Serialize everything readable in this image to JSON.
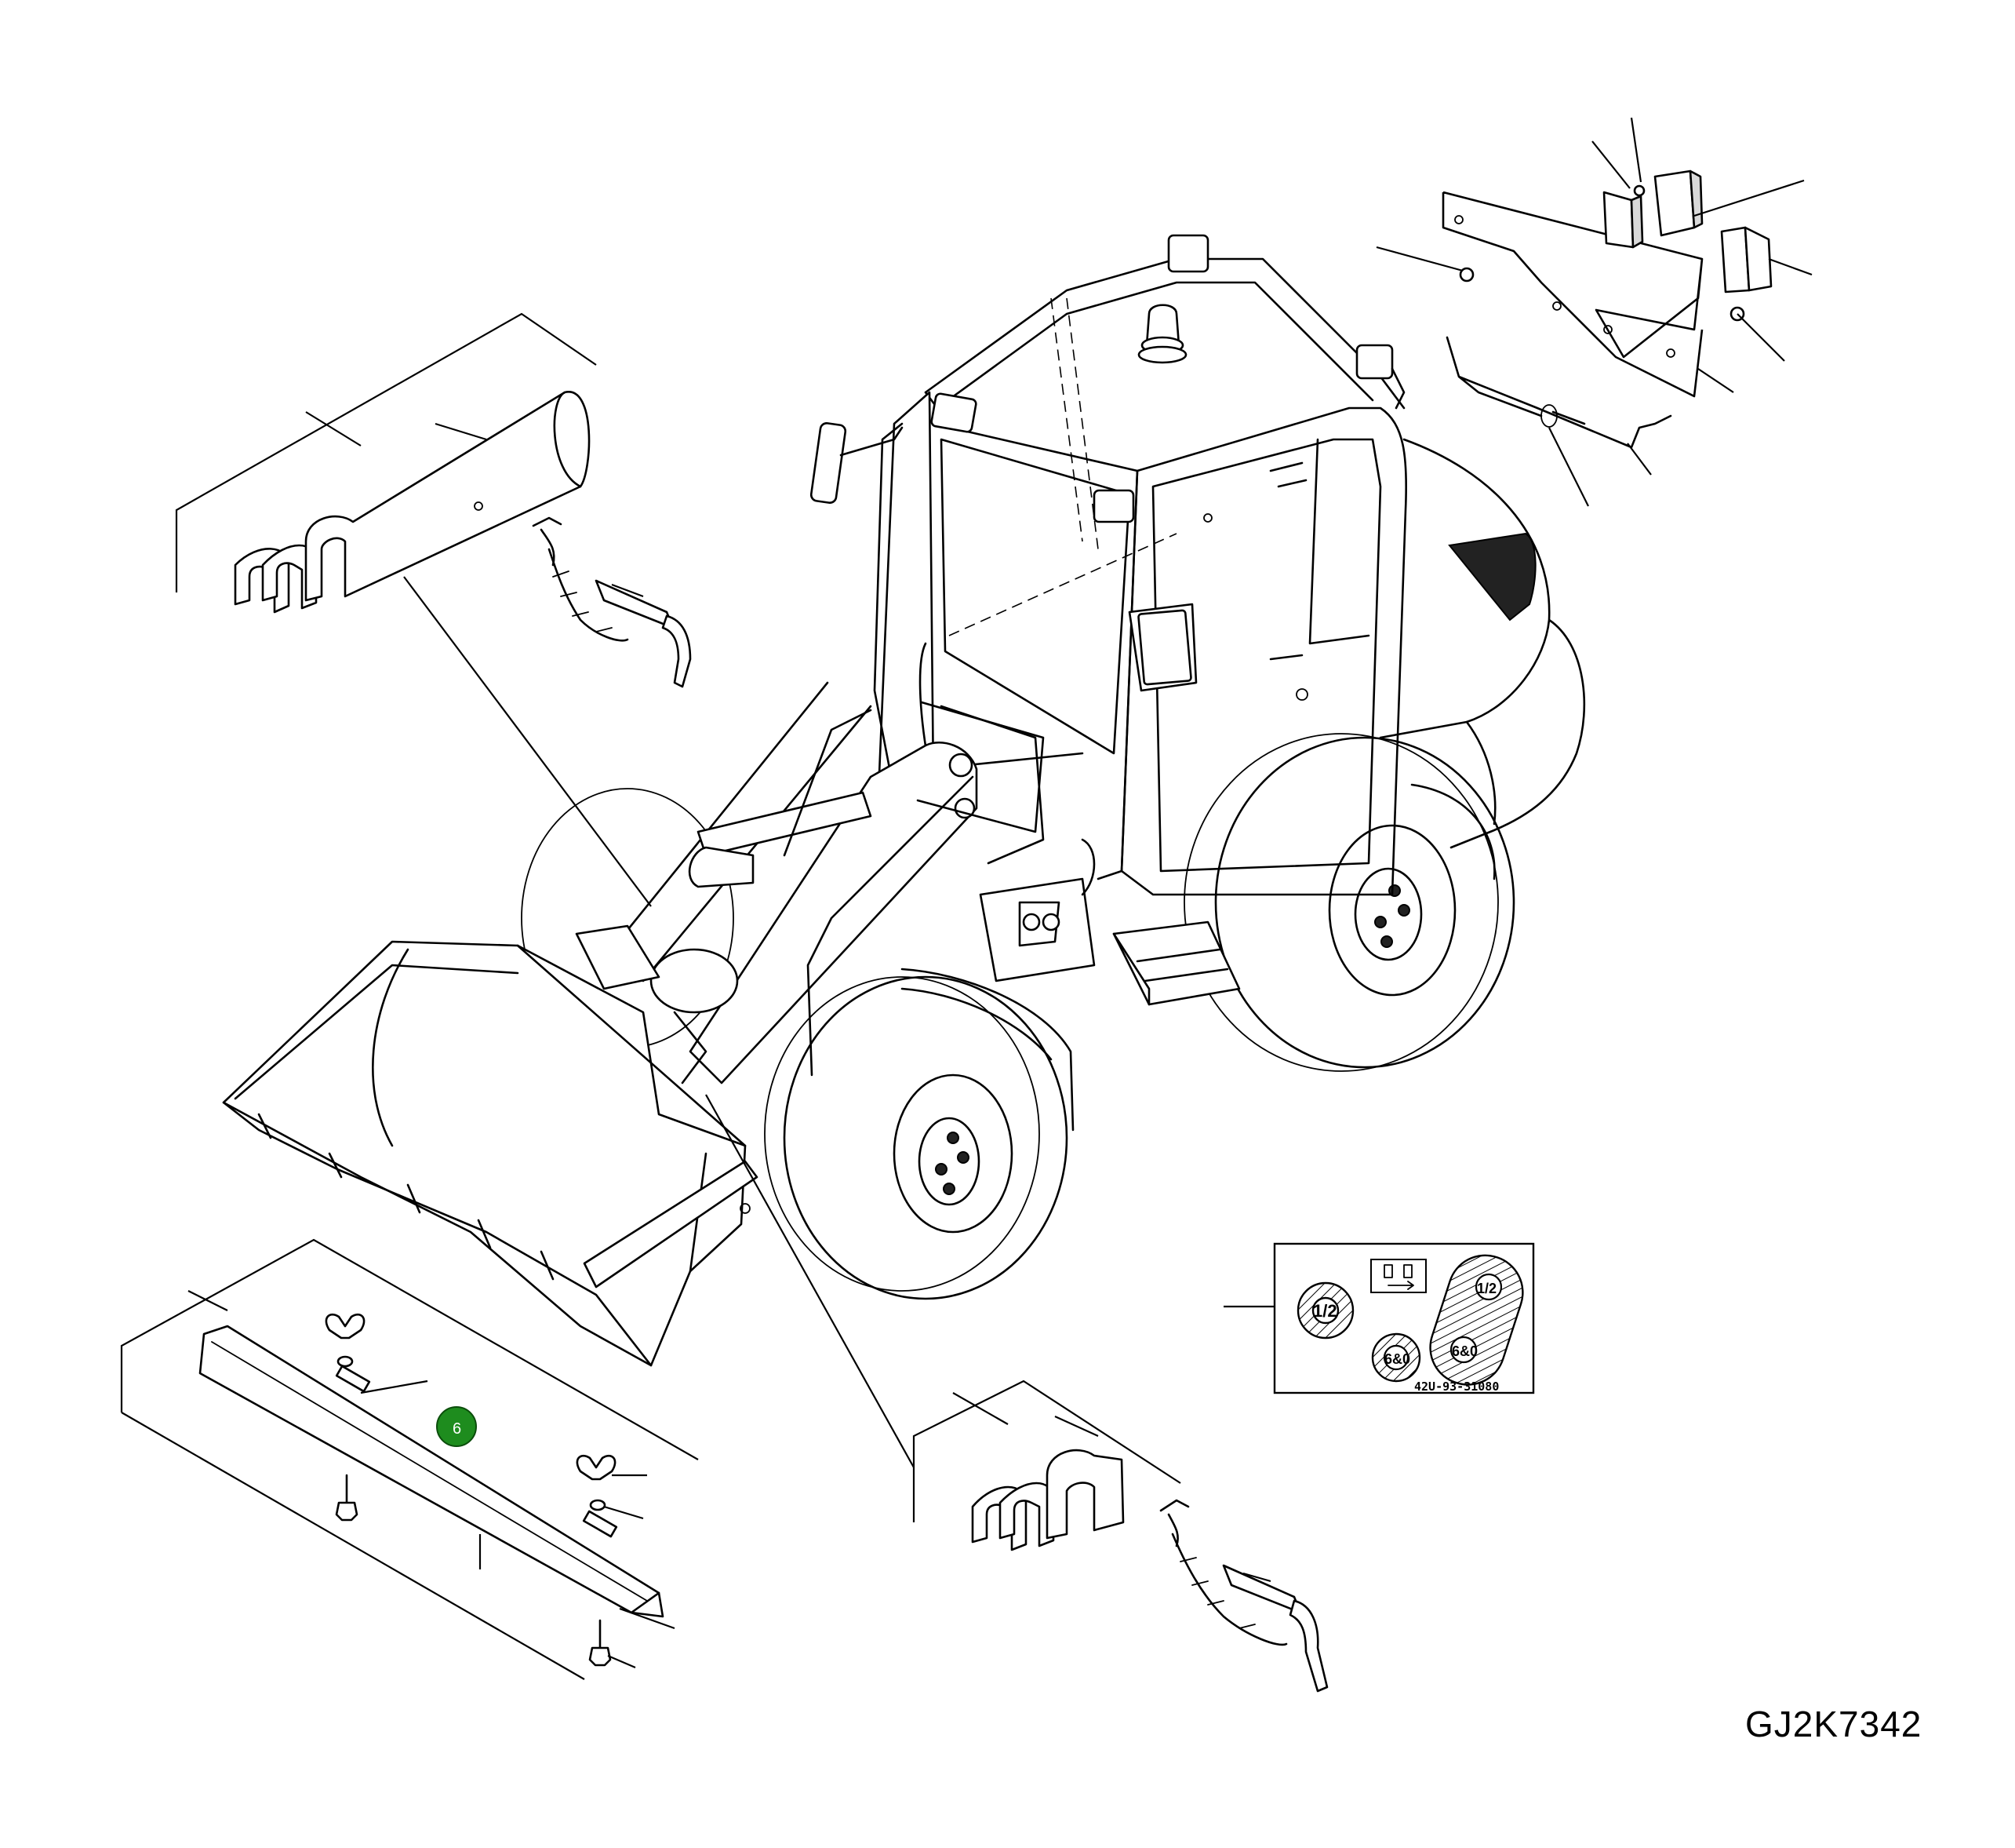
{
  "drawing": {
    "number": "GJ2K7342",
    "decal_part_code": "42U-93-31080",
    "decal_symbols": [
      "1/2",
      "6&0"
    ],
    "callout": {
      "label": "6",
      "color": "#1e8c1e"
    }
  }
}
